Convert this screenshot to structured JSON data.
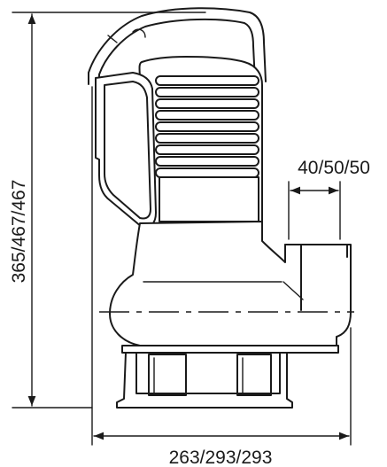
{
  "dimensions": {
    "height_label": "365/467/467",
    "width_label": "263/293/293",
    "outlet_label": "40/50/50"
  },
  "colors": {
    "line": "#1a1a1a",
    "background": "#ffffff"
  }
}
